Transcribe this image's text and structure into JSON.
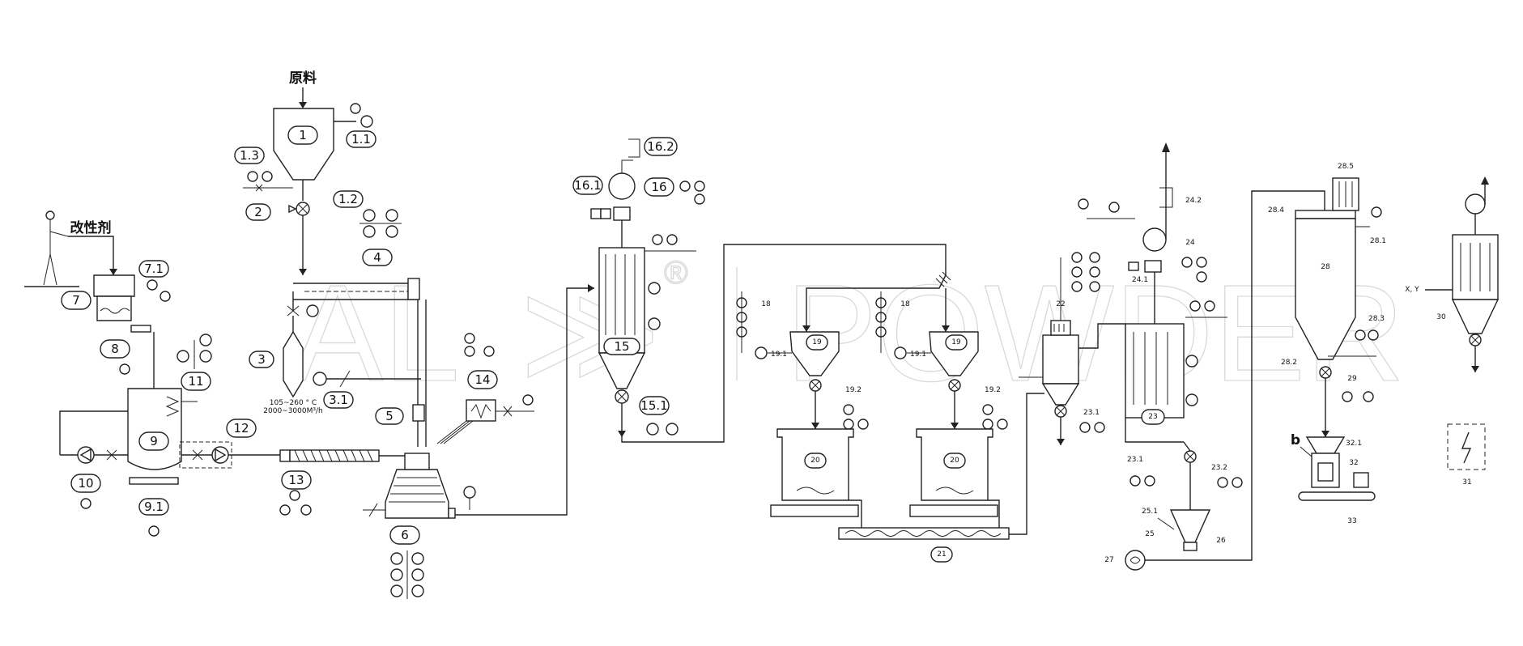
{
  "watermark": {
    "left": "AL",
    "right": "POWDER",
    "mark": "®"
  },
  "text_labels": {
    "raw_material": "原料",
    "modifier": "改性剂",
    "b_label": "b",
    "heater_temp": "105~260 ° C",
    "heater_flow": "2000~3000M³/h",
    "xy": "X, Y"
  },
  "tags": {
    "t1": "1",
    "t1_1": "1.1",
    "t1_2": "1.2",
    "t1_3": "1.3",
    "t2": "2",
    "t3": "3",
    "t3_1": "3.1",
    "t4": "4",
    "t5": "5",
    "t6": "6",
    "t7": "7",
    "t7_1": "7.1",
    "t8": "8",
    "t9": "9",
    "t9_1": "9.1",
    "t10": "10",
    "t11": "11",
    "t12": "12",
    "t13": "13",
    "t14": "14",
    "t15": "15",
    "t15_1": "15.1",
    "t16": "16",
    "t16_1": "16.1",
    "t16_2": "16.2",
    "t18a": "18",
    "t18b": "18",
    "t19a": "19",
    "t19b": "19",
    "t19_1a": "19.1",
    "t19_1b": "19.1",
    "t19_2a": "19.2",
    "t19_2b": "19.2",
    "t20a": "20",
    "t20b": "20",
    "t21": "21",
    "t22": "22",
    "t23": "23",
    "t23_1a": "23.1",
    "t23_1b": "23.1",
    "t23_2": "23.2",
    "t24": "24",
    "t24_1": "24.1",
    "t24_2": "24.2",
    "t25": "25",
    "t25_1": "25.1",
    "t26": "26",
    "t27": "27",
    "t28": "28",
    "t28_1": "28.1",
    "t28_2": "28.2",
    "t28_3": "28.3",
    "t28_4": "28.4",
    "t28_5": "28.5",
    "t29": "29",
    "t30": "30",
    "t31": "31",
    "t32": "32",
    "t32_1": "32.1",
    "t33": "33"
  }
}
